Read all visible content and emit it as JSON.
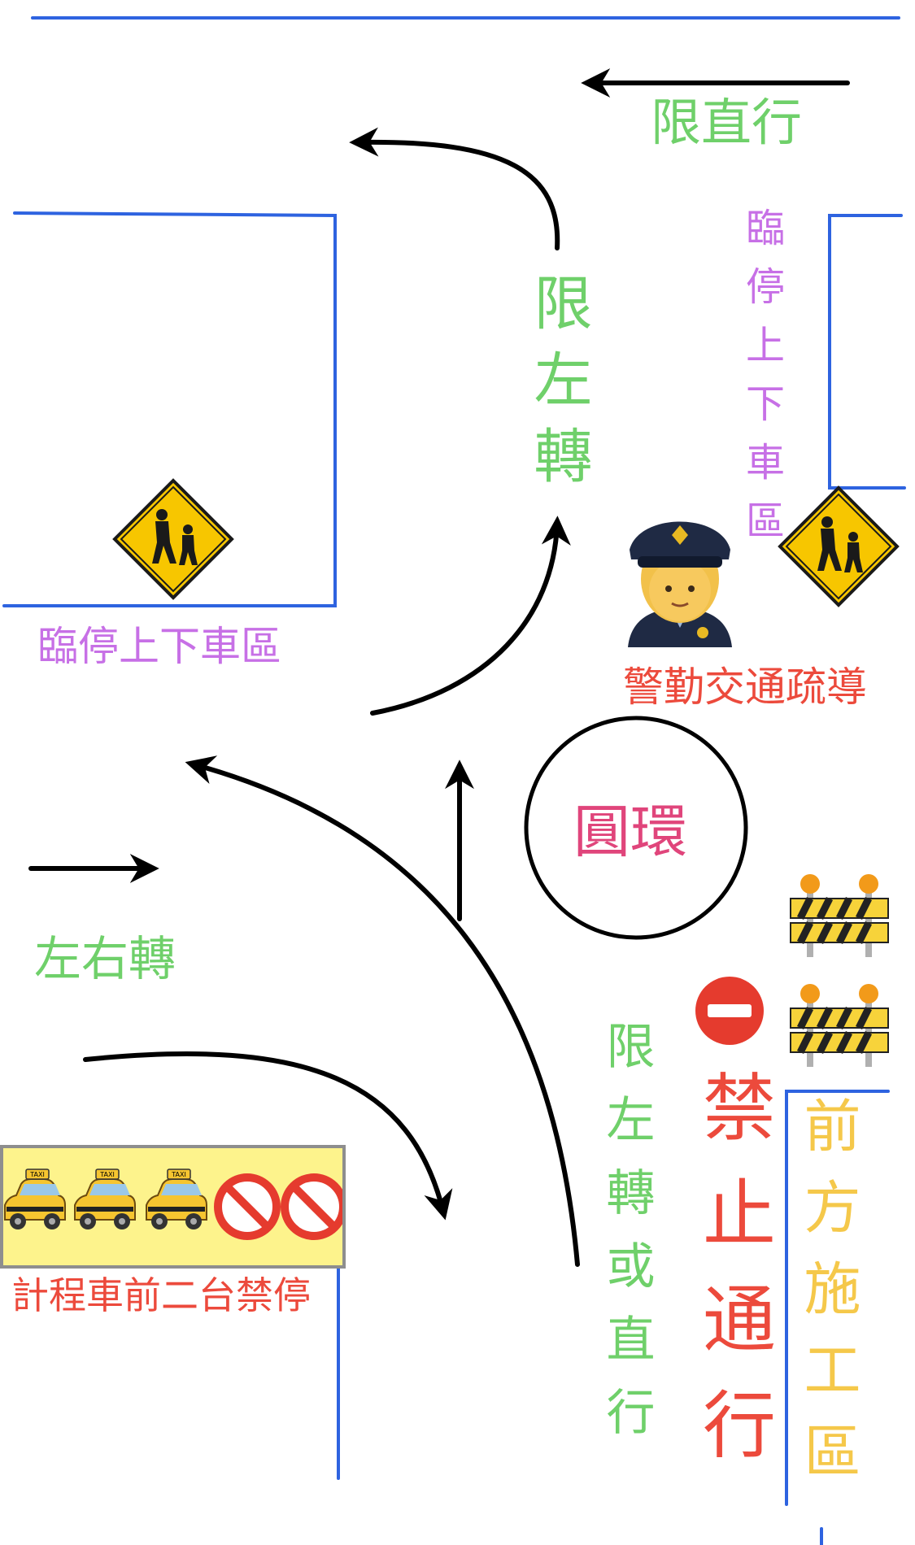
{
  "labels": {
    "straight_only_top": "限直行",
    "left_turn_only_mid": "限左轉",
    "drop_off_zone_right": "臨停上下車區",
    "drop_off_zone_left": "臨停上下車區",
    "police_guidance": "警勤交通疏導",
    "roundabout": "圓環",
    "left_right_turn": "左右轉",
    "left_or_straight": "限左轉或直行",
    "no_entry": "禁止通行",
    "construction_ahead": "前方施工區",
    "taxi_no_parking": "計程車前二台禁停"
  },
  "icons": {
    "school_crossing": "school-crossing-sign",
    "police": "police-officer",
    "barrier": "construction-barrier",
    "no_entry": "no-entry-sign",
    "taxi": "taxi",
    "prohibited": "prohibited-sign"
  },
  "colors": {
    "road_line": "#2e63e0",
    "arrow": "#000000",
    "green_text": "#6fd06a",
    "purple_text": "#c770e6",
    "red_text": "#ec4a3c",
    "yellow_text": "#f5c84a",
    "pink_text": "#e0457b",
    "taxi_zone_fill": "#fdf38c"
  }
}
